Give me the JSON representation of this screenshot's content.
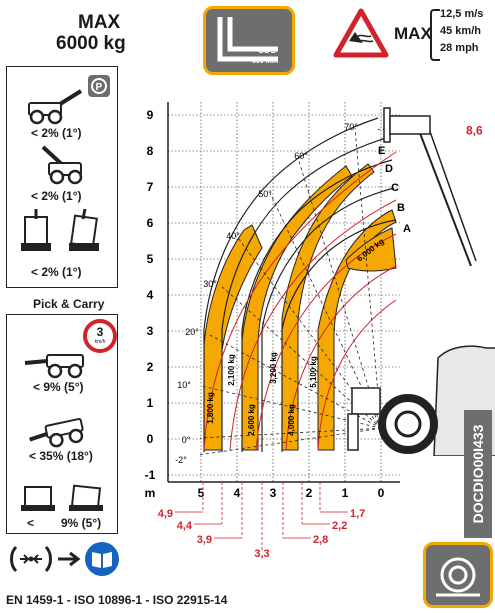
{
  "header": {
    "max_label": "MAX",
    "max_capacity": "6000 kg",
    "cog_label": "COG",
    "cog_value": "600 mm",
    "speed_max_label": "MAX",
    "speeds": [
      "12,5 m/s",
      "45 km/h",
      "28 mph"
    ]
  },
  "left_panel": {
    "slope_limits": [
      "< 2% (1°)",
      "< 2% (1°)",
      "< 2% (1°)"
    ],
    "pick_carry_title": "Pick & Carry",
    "speed_sign_value": "3",
    "speed_sign_unit": "km/h",
    "pick_carry_limits": [
      "< 9% (5°)",
      "< 35% (18°)",
      "<",
      "9% (5°)"
    ]
  },
  "chart_data": {
    "type": "load-chart",
    "y_ticks": [
      "9",
      "8",
      "7",
      "6",
      "5",
      "4",
      "3",
      "2",
      "1",
      "0",
      "-1"
    ],
    "x_ticks": [
      "5",
      "4",
      "3",
      "2",
      "1",
      "0"
    ],
    "x_unit_label": "m",
    "boom_angles": [
      "70°",
      "60°",
      "50°",
      "40°",
      "30°",
      "20°",
      "10°",
      "0°",
      "-2°"
    ],
    "extension_labels": [
      "A",
      "B",
      "C",
      "D",
      "E"
    ],
    "load_zones": [
      "6,000 kg",
      "5,100 kg",
      "4,000 kg",
      "3,200 kg",
      "2,600 kg",
      "2,100 kg",
      "1,800 kg"
    ],
    "max_height": "8,6",
    "reach_values": [
      "4,9",
      "4,4",
      "3,9",
      "3,3",
      "2,8",
      "2,2",
      "1,7"
    ]
  },
  "footer": {
    "standards": "EN 1459-1 - ISO 10896-1 - ISO 22915-14",
    "doc_code": "DOCDIO00I433"
  },
  "colors": {
    "load_zone": "#f5a800",
    "red_lines": "#d2232a",
    "icon_gray": "#6d6e70",
    "icon_border": "#f5a800"
  }
}
